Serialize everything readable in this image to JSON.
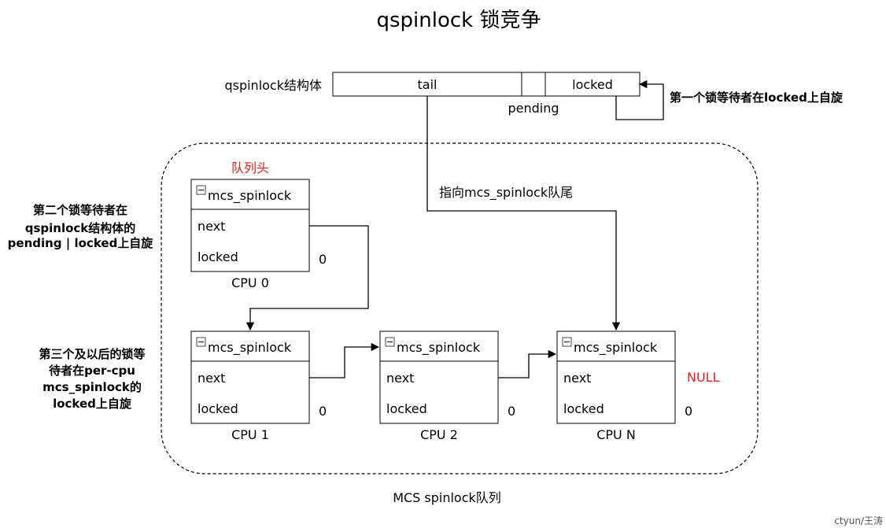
{
  "title": "qspinlock 锁竞争",
  "qspinlock": {
    "label": "qspinlock结构体",
    "tail": "tail",
    "locked": "locked",
    "pending": "pending"
  },
  "annotations": {
    "first_waiter": "第一个锁等待者在locked上自旋",
    "second_waiter_lines": [
      "第二个锁等待者在",
      "qspinlock结构体的",
      "pending | locked上自旋"
    ],
    "third_waiter_lines": [
      "第三个及以后的锁等",
      "待者在per-cpu",
      "mcs_spinlock的",
      "locked上自旋"
    ],
    "queue_head": "队列头",
    "tail_pointer": "指向mcs_spinlock队尾",
    "queue_label": "MCS spinlock队列",
    "null_label": "NULL",
    "watermark": "ctyun/王涛"
  },
  "nodes": [
    {
      "header": "mcs_spinlock",
      "next": "next",
      "locked": "locked",
      "value": "0",
      "cpu": "CPU 0"
    },
    {
      "header": "mcs_spinlock",
      "next": "next",
      "locked": "locked",
      "value": "0",
      "cpu": "CPU 1"
    },
    {
      "header": "mcs_spinlock",
      "next": "next",
      "locked": "locked",
      "value": "0",
      "cpu": "CPU 2"
    },
    {
      "header": "mcs_spinlock",
      "next": "next",
      "locked": "locked",
      "value": "0",
      "cpu": "CPU N"
    }
  ]
}
